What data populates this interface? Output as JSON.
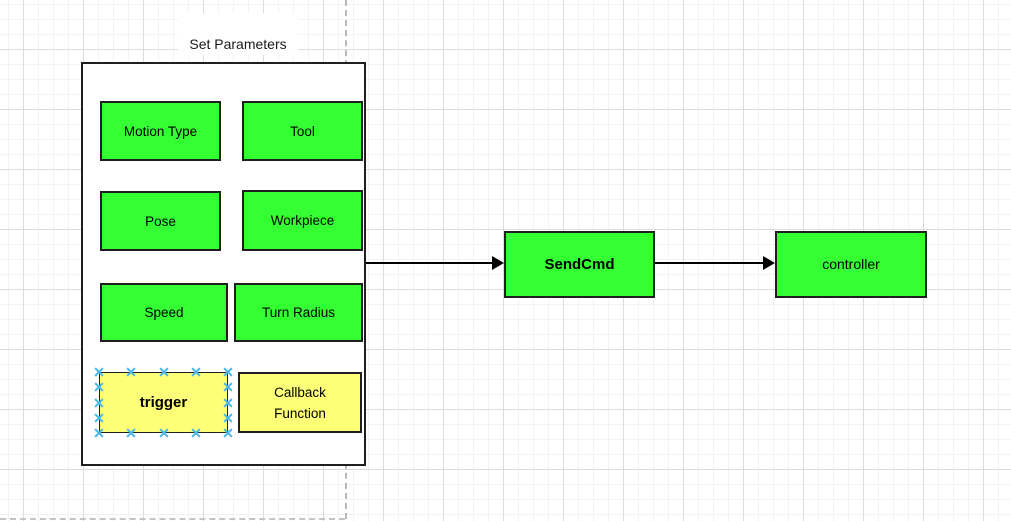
{
  "diagram": {
    "title": "Set Parameters",
    "param_boxes": {
      "motion_type": "Motion Type",
      "tool": "Tool",
      "pose": "Pose",
      "workpiece": "Workpiece",
      "speed": "Speed",
      "turn_radius": "Turn Radius",
      "trigger": "trigger",
      "callback": {
        "line1": "Callback",
        "line2": "Function"
      }
    },
    "nodes": {
      "sendcmd": "SendCmd",
      "controller": "controller"
    },
    "edges": [
      {
        "from": "Set Parameters",
        "to": "SendCmd"
      },
      {
        "from": "SendCmd",
        "to": "controller"
      }
    ],
    "colors": {
      "node_green": "#33ff33",
      "node_yellow": "#fdff77",
      "shape_border": "#1f1f1f",
      "arrow": "#000000",
      "connection_point_blue": "#4db8e8",
      "grid_minor": "#f3f3f3",
      "grid_major": "#dcdcdc",
      "page_break": "#b9b9b9"
    },
    "selected_node": "trigger"
  }
}
